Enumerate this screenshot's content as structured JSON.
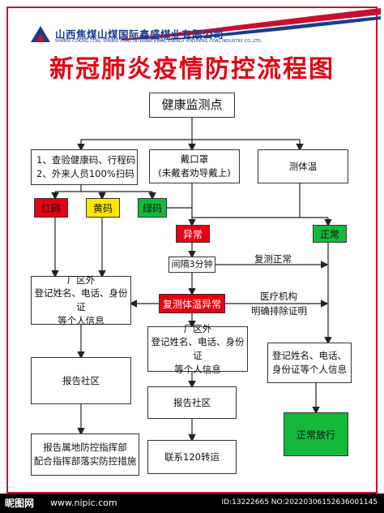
{
  "header": {
    "company_cn": "山西焦煤山煤国际鑫盛煤业有限公司",
    "company_en": "SHANXI COKING COAL SHANXI COAL INTERNATIONAL ENERGY XINSHENG COAL INDUSTRY CO.,LTD."
  },
  "title": "新冠肺炎疫情防控流程图",
  "nodes": {
    "health_monitor": "健康监测点",
    "check_codes": "1、查验健康码、行程码",
    "outsider_scan": "2、外来人员100%扫码",
    "mask_line1": "戴口罩",
    "mask_line2": "(未戴者劝导戴上)",
    "measure_temp": "测体温",
    "red_code": "红码",
    "yellow_code": "黄码",
    "green_code": "绿码",
    "abnormal": "异常",
    "normal": "正常",
    "interval": "间隔3分钟",
    "recheck_normal": "复测正常",
    "recheck_abnormal": "复测体温异常",
    "medical_line1": "医疗机构",
    "medical_line2": "明确排除证明",
    "leftinfo_line1": "厂区外",
    "leftinfo_line2": "登记姓名、电话、身份证",
    "leftinfo_line3": "等个人信息",
    "midinfo_line1": "厂区外",
    "midinfo_line2": "登记姓名、电话、身份证",
    "midinfo_line3": "等个人信息",
    "rightinfo_line1": "登记姓名、电话、",
    "rightinfo_line2": "身份证等个人信息",
    "report_left": "报告社区",
    "report_mid": "报告社区",
    "report_hq_line1": "报告属地防控指挥部",
    "report_hq_line2": "配合指挥部落实防控措施",
    "call_120": "联系120转运",
    "pass": "正常放行"
  },
  "footer": {
    "brand": "昵图网",
    "url": "www.nipic.com",
    "id": "ID:13222665 NO:20220306152636001145"
  },
  "colors": {
    "red": "#e60012",
    "yellow": "#ffe600",
    "green": "#14b93a",
    "title": "#e60012",
    "brand_blue": "#1a3c8f"
  }
}
